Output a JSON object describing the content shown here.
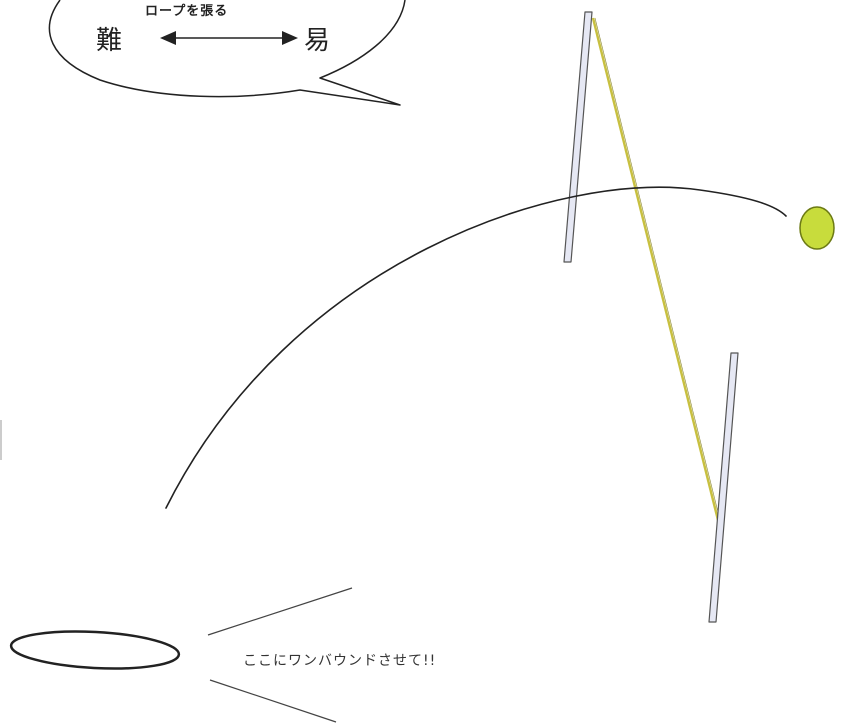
{
  "bubble": {
    "caption": "ロープを張る",
    "hard_label": "難",
    "easy_label": "易"
  },
  "target": {
    "instruction": "ここにワンバウンドさせて!!"
  },
  "colors": {
    "line": "#222222",
    "pole_fill": "#e6e8f4",
    "pole_stroke": "#555555",
    "rope": "#c8c040",
    "ball_fill": "#c8dc3c",
    "ball_stroke": "#6c7a14"
  }
}
